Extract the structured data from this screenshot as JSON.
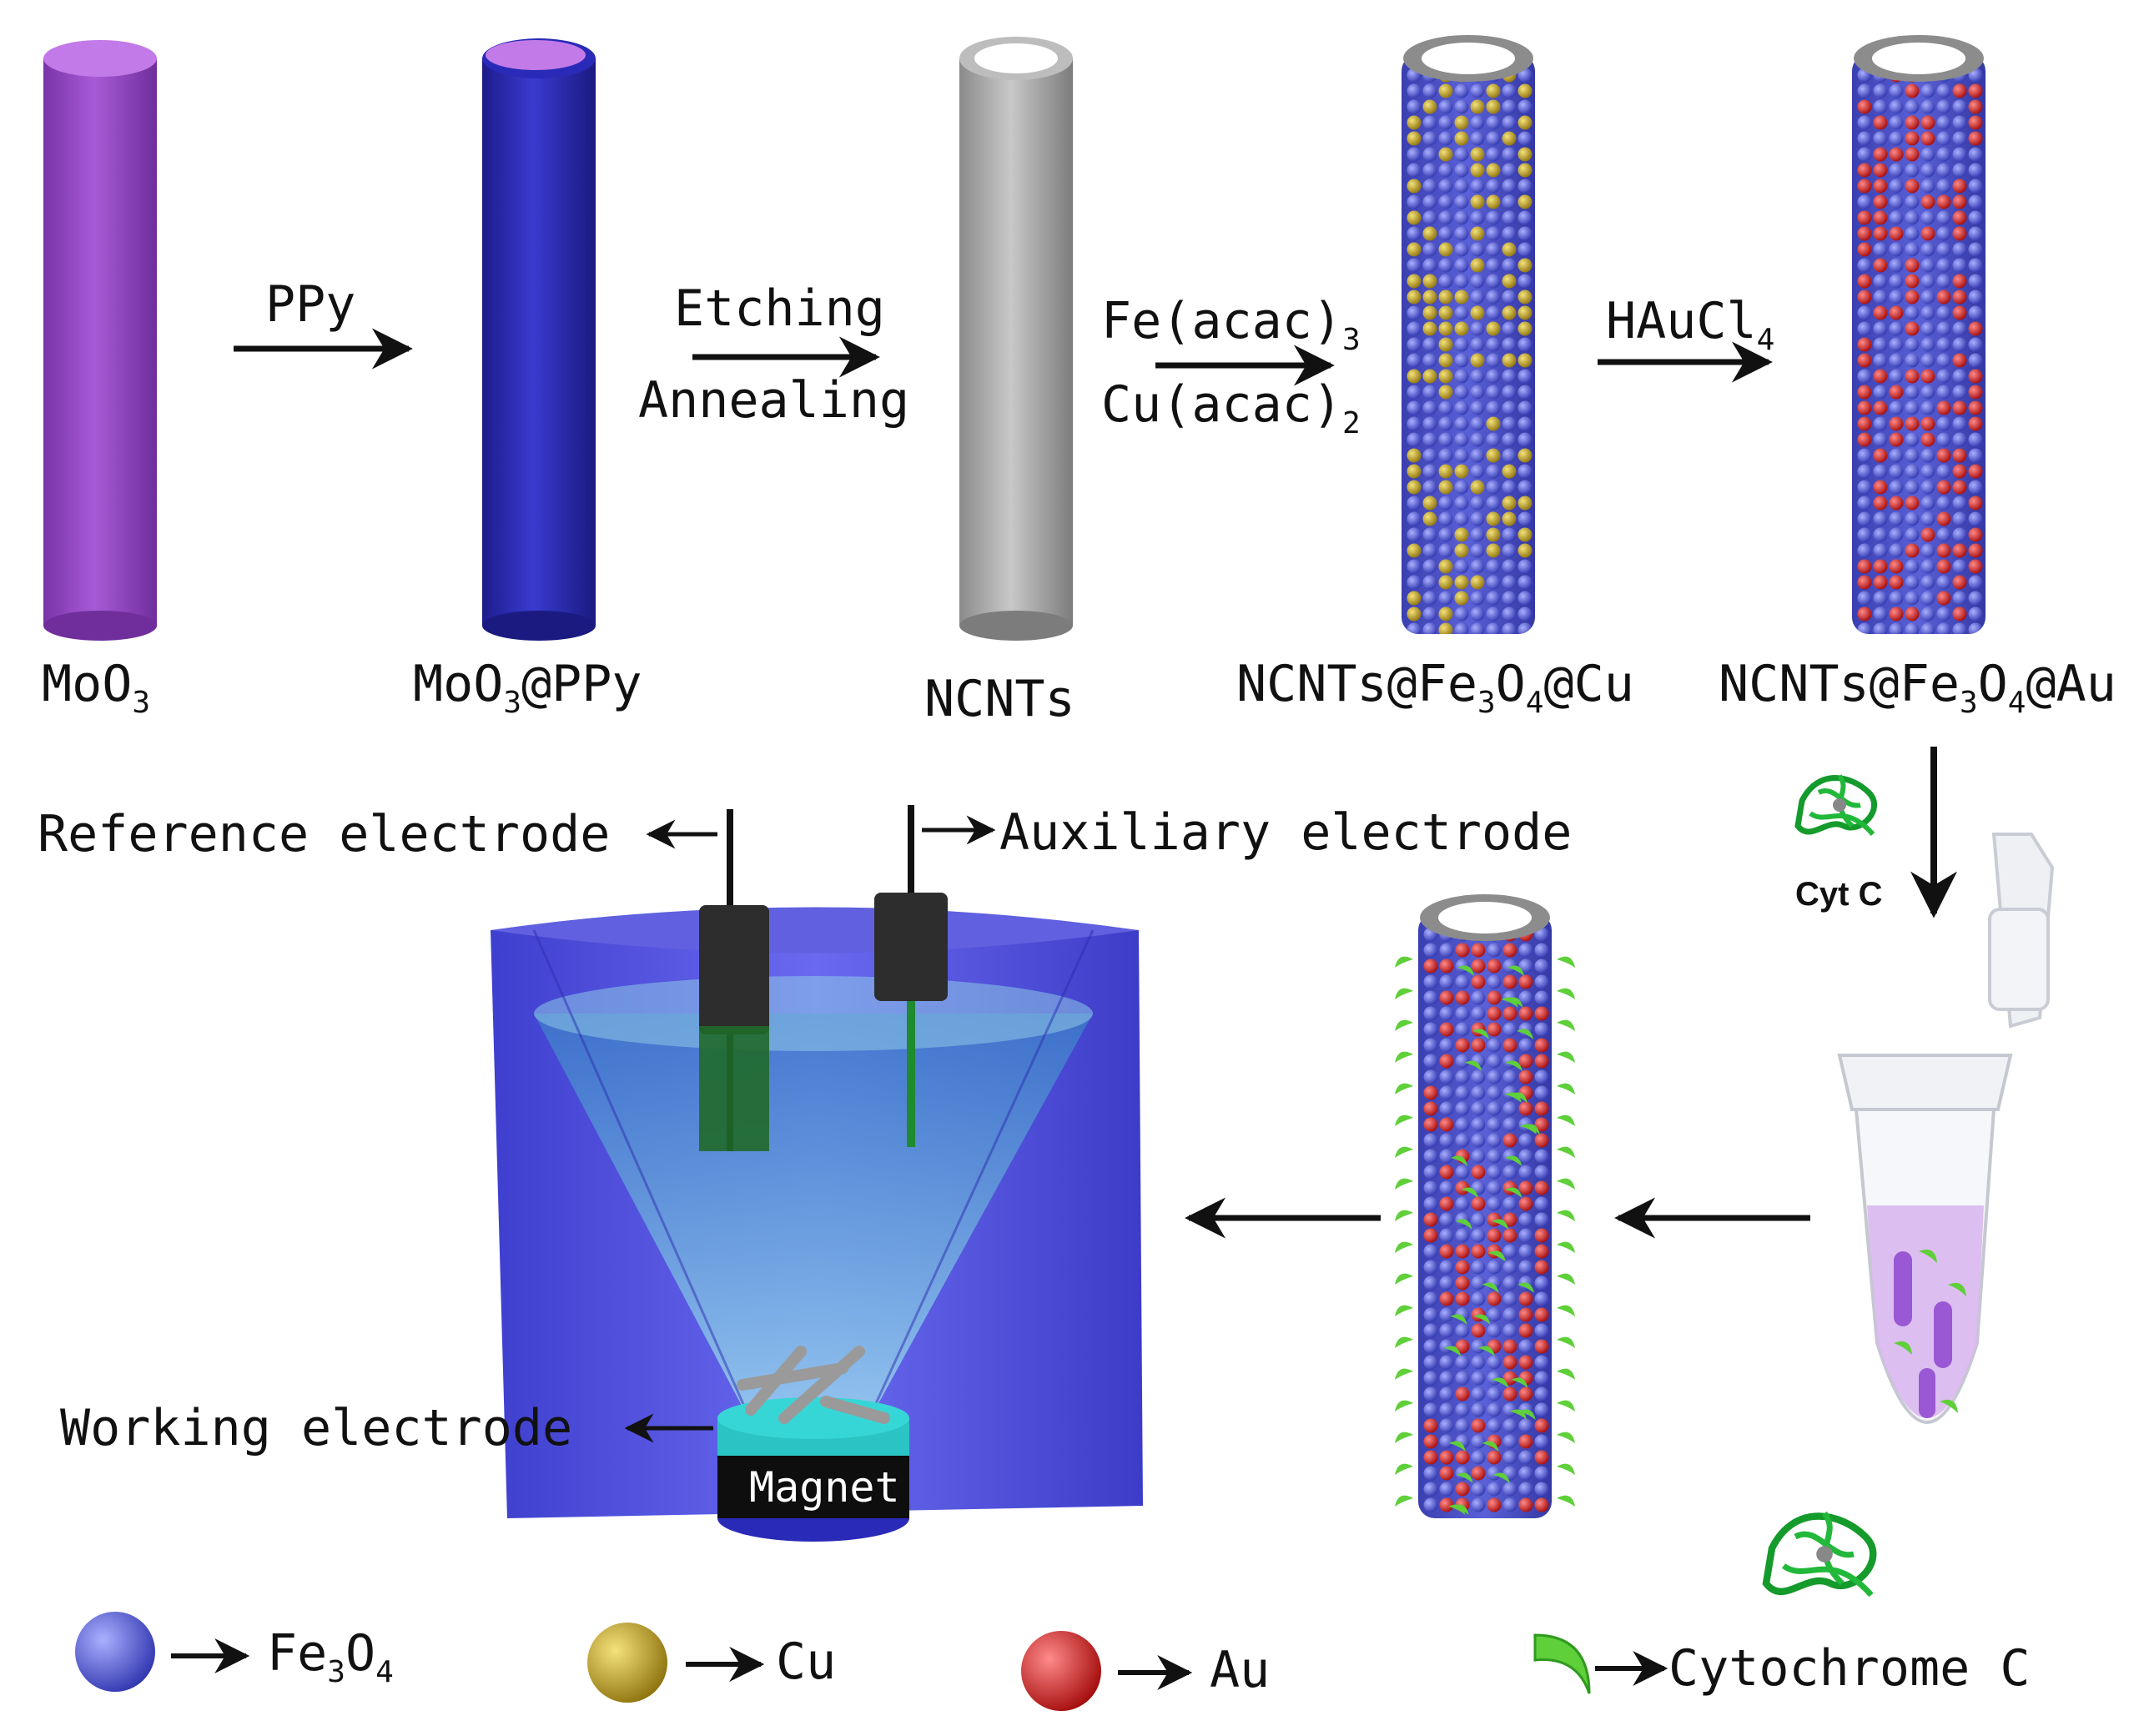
{
  "steps": {
    "s1": {
      "main": "MoO",
      "sub": "3",
      "rest": ""
    },
    "s2": {
      "main": "MoO",
      "sub": "3",
      "rest": "@PPy"
    },
    "s3": {
      "main": "NCNTs"
    },
    "s4": {
      "a": "NCNTs@Fe",
      "s1": "3",
      "b": "O",
      "s2": "4",
      "c": "@Cu"
    },
    "s5": {
      "a": "NCNTs@Fe",
      "s1": "3",
      "b": "O",
      "s2": "4",
      "c": "@Au"
    }
  },
  "arrows": {
    "a1": "PPy",
    "a2_top": "Etching",
    "a2_bottom": "Annealing",
    "a3_top": "Fe(acac)",
    "a3_top_sub": "3",
    "a3_bottom": "Cu(acac)",
    "a3_bottom_sub": "2",
    "a4": "HAuCl",
    "a4_sub": "4",
    "a5": "Cyt C"
  },
  "cell": {
    "reference": "Reference electrode",
    "auxiliary": "Auxiliary electrode",
    "working": "Working electrode",
    "magnet": "Magnet"
  },
  "legend": {
    "fe3o4": {
      "a": "Fe",
      "s1": "3",
      "b": "O",
      "s2": "4",
      "color": "#4f56d8"
    },
    "cu": {
      "label": "Cu",
      "color": "#c9a820"
    },
    "au": {
      "label": "Au",
      "color": "#d41e1e"
    },
    "cytc": {
      "label": "Cytochrome C",
      "color": "#5fcf3a"
    }
  },
  "colors": {
    "moo3": "#9a4fc4",
    "ppy": "#2a2aa8",
    "ncnt": "#a9a9a9",
    "beaker": "#5555dd",
    "tube_liquid": "#d9b7ee"
  }
}
